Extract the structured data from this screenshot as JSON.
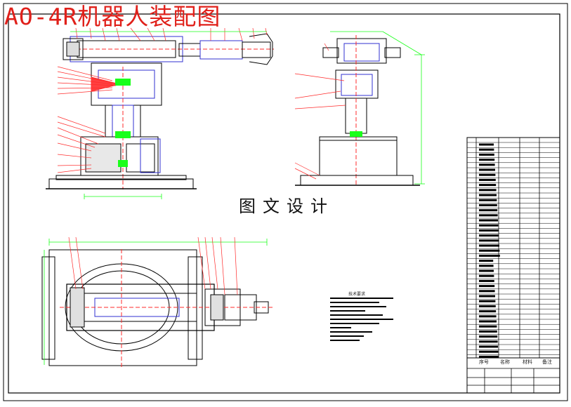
{
  "drawing": {
    "title": "AO-4R机器人装配图",
    "watermark": "图文设计",
    "tech_requirements_title": "技术要求"
  },
  "bom": {
    "headers": [
      "序号",
      "名称",
      "材料",
      "备注"
    ]
  },
  "colors": {
    "outline": "#000000",
    "dimension": "#1aff1a",
    "centerline": "#ff2b2b",
    "part": "#3030d0",
    "accent": "#e0201a"
  }
}
